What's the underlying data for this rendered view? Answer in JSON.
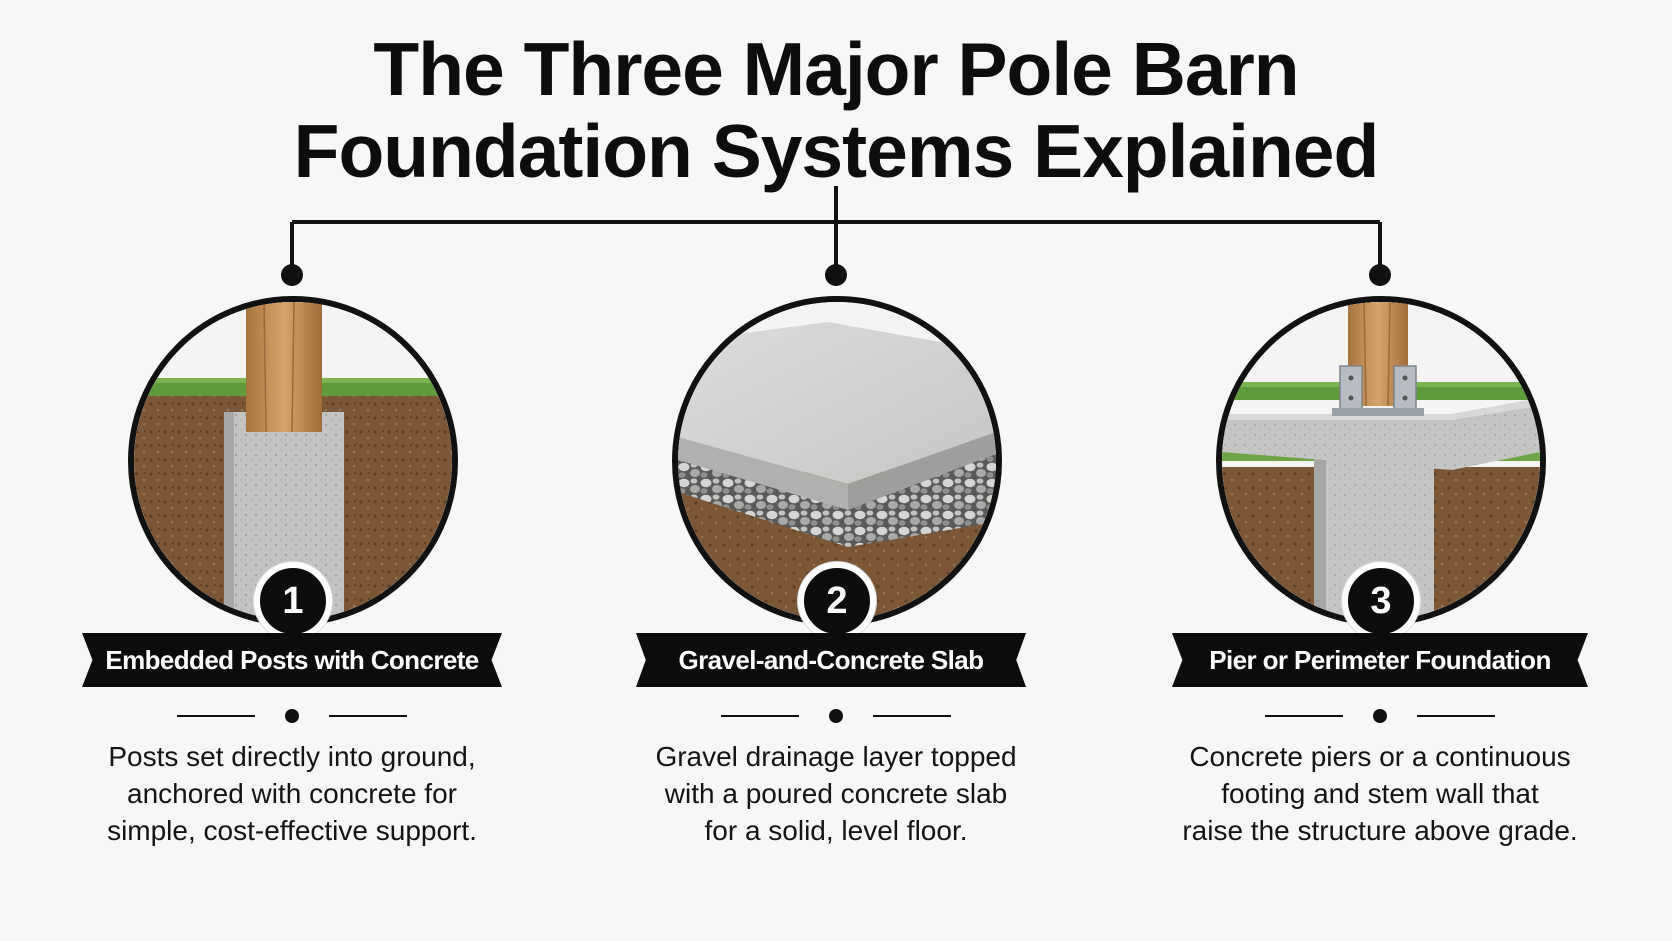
{
  "title": {
    "line1": "The Three Major Pole Barn",
    "line2": "Foundation Systems Explained"
  },
  "colors": {
    "ink": "#0c0c0c",
    "soil": "#7a5535",
    "grass": "#5f9b3a",
    "wood": "#c8945a",
    "concrete": "#bdbdbb",
    "gravel": "#8d8d8d"
  },
  "systems": [
    {
      "number": "1",
      "label": "Embedded Posts with Concrete",
      "icon": "embedded-post-illustration",
      "description": [
        "Posts set directly into ground,",
        "anchored with concrete for",
        "simple, cost-effective support."
      ]
    },
    {
      "number": "2",
      "label": "Gravel-and-Concrete Slab",
      "icon": "slab-on-gravel-illustration",
      "description": [
        "Gravel drainage layer topped",
        "with a poured concrete slab",
        "for a solid, level floor."
      ]
    },
    {
      "number": "3",
      "label": "Pier or Perimeter Foundation",
      "icon": "pier-foundation-illustration",
      "description": [
        "Concrete piers or a continuous",
        "footing and stem wall that",
        "raise the structure above grade."
      ]
    }
  ]
}
